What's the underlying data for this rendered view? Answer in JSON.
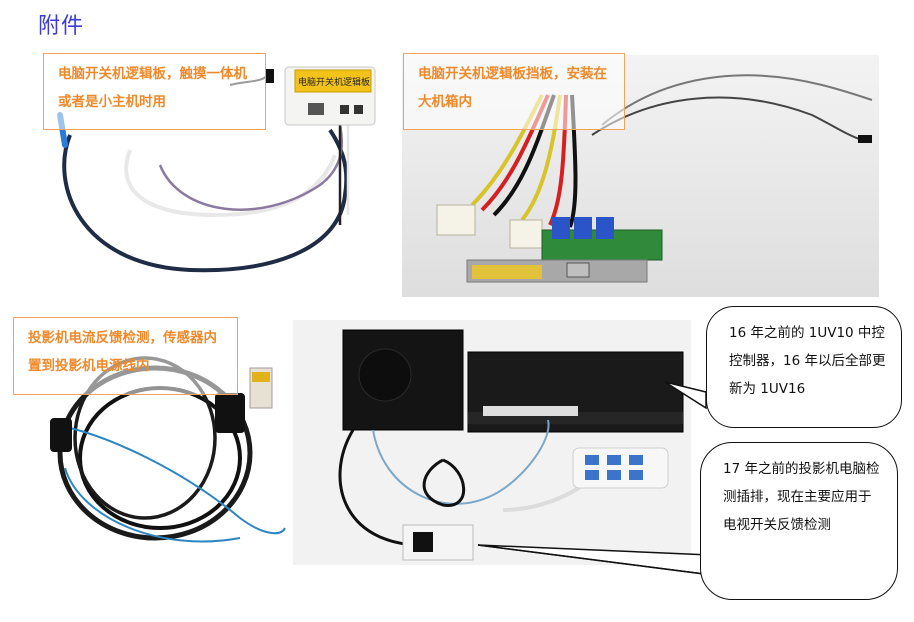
{
  "title": "附件",
  "labels": {
    "logic_board_touch": "电脑开关机逻辑板，触摸一体机或者是小主机时用",
    "logic_board_bracket": "电脑开关机逻辑板挡板，安装在大机箱内",
    "projector_current": "投影机电流反馈检测，传感器内置到投影机电源线内"
  },
  "callouts": {
    "controller": "16 年之前的 1UV10 中控控制器，16 年以后全部更新为 1UV16",
    "power_strip": "17 年之前的投影机电脑检测插排，现在主要应用于电视开关反馈检测"
  },
  "device_texts": {
    "logic_box_label": "电脑开关机逻辑板"
  }
}
